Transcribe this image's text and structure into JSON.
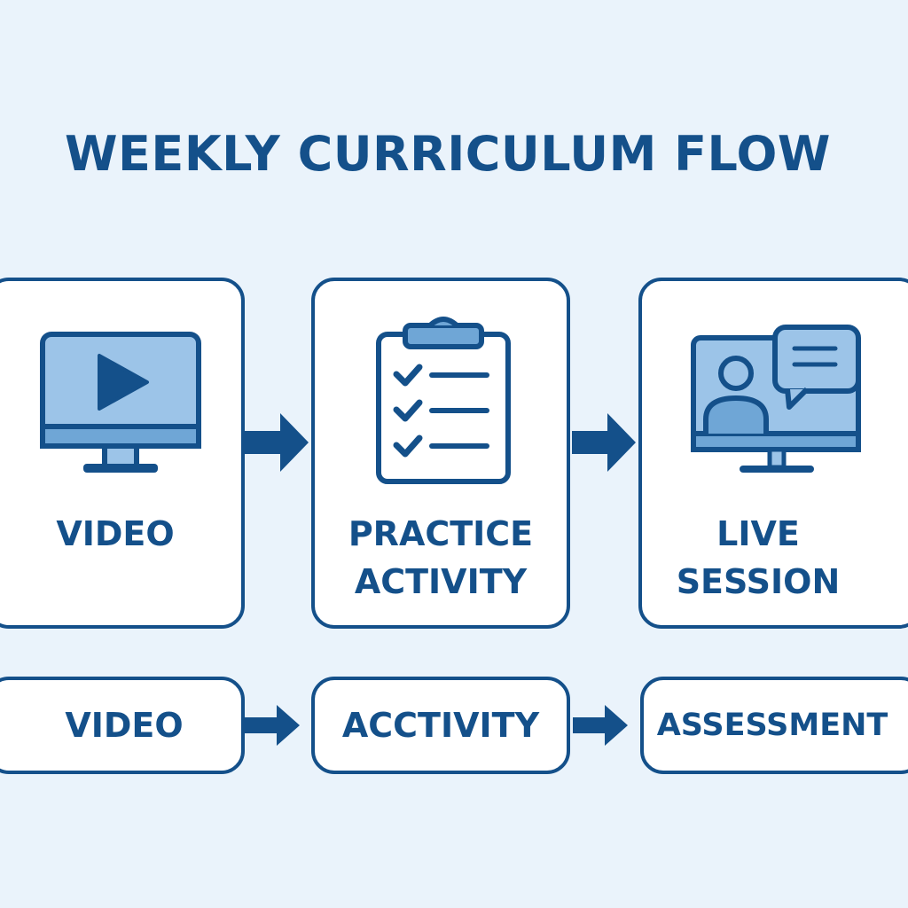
{
  "title": "WEEKLY CURRICULUM FLOW",
  "colors": {
    "primary": "#14508a",
    "icon_fill": "#9cc4e8",
    "background": "#eaf3fb",
    "card": "#ffffff"
  },
  "top_flow": [
    {
      "label_lines": [
        "VIDEO"
      ],
      "icon": "video-monitor-icon"
    },
    {
      "label_lines": [
        "PRACTICE",
        "ACTIVITY"
      ],
      "icon": "clipboard-checklist-icon"
    },
    {
      "label_lines": [
        "LIVE",
        "SESSION"
      ],
      "icon": "live-session-monitor-icon"
    }
  ],
  "bottom_flow": [
    {
      "label": "VIDEO"
    },
    {
      "label": "ACCTIVITY"
    },
    {
      "label": "ASSESSMENT"
    }
  ],
  "arrows": [
    "arrow-right-icon"
  ]
}
